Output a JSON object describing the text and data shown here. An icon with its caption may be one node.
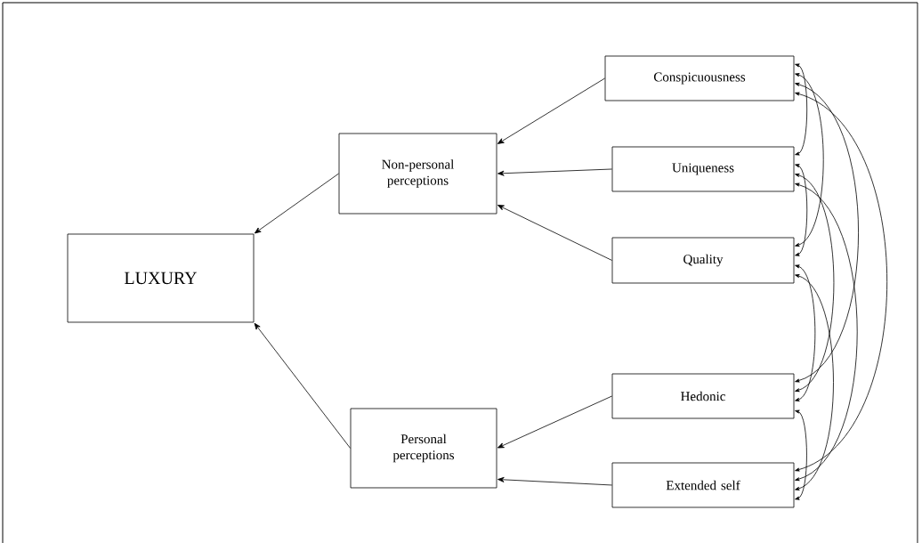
{
  "diagram": {
    "nodes": [
      {
        "text": [
          "LUXURY"
        ]
      },
      {
        "text": [
          "Non-personal perceptions"
        ]
      },
      {
        "text": [
          "Personal perceptions"
        ]
      },
      {
        "text": [
          "Conspicuousness"
        ]
      },
      {
        "text": [
          "Uniqueness"
        ]
      },
      {
        "text": [
          "Quality"
        ]
      },
      {
        "text": [
          "Hedonic"
        ]
      },
      {
        "text": [
          "Extended self"
        ]
      }
    ],
    "edges": [
      {
        "from": 3,
        "to": 1,
        "arrow": "to"
      },
      {
        "from": 4,
        "to": 1,
        "arrow": "to"
      },
      {
        "from": 5,
        "to": 1,
        "arrow": "to"
      },
      {
        "from": 1,
        "to": 0,
        "arrow": "to"
      },
      {
        "from": 6,
        "to": 2,
        "arrow": "to"
      },
      {
        "from": 7,
        "to": 2,
        "arrow": "to"
      },
      {
        "from": 2,
        "to": 0,
        "arrow": "to"
      },
      {
        "from": 3,
        "to": 4,
        "arrow": "both"
      },
      {
        "from": 3,
        "to": 5,
        "arrow": "both"
      },
      {
        "from": 3,
        "to": 6,
        "arrow": "both"
      },
      {
        "from": 3,
        "to": 7,
        "arrow": "both"
      },
      {
        "from": 4,
        "to": 5,
        "arrow": "both"
      },
      {
        "from": 4,
        "to": 6,
        "arrow": "both"
      },
      {
        "from": 4,
        "to": 7,
        "arrow": "both"
      },
      {
        "from": 5,
        "to": 6,
        "arrow": "both"
      },
      {
        "from": 5,
        "to": 7,
        "arrow": "both"
      },
      {
        "from": 6,
        "to": 7,
        "arrow": "both"
      }
    ]
  }
}
